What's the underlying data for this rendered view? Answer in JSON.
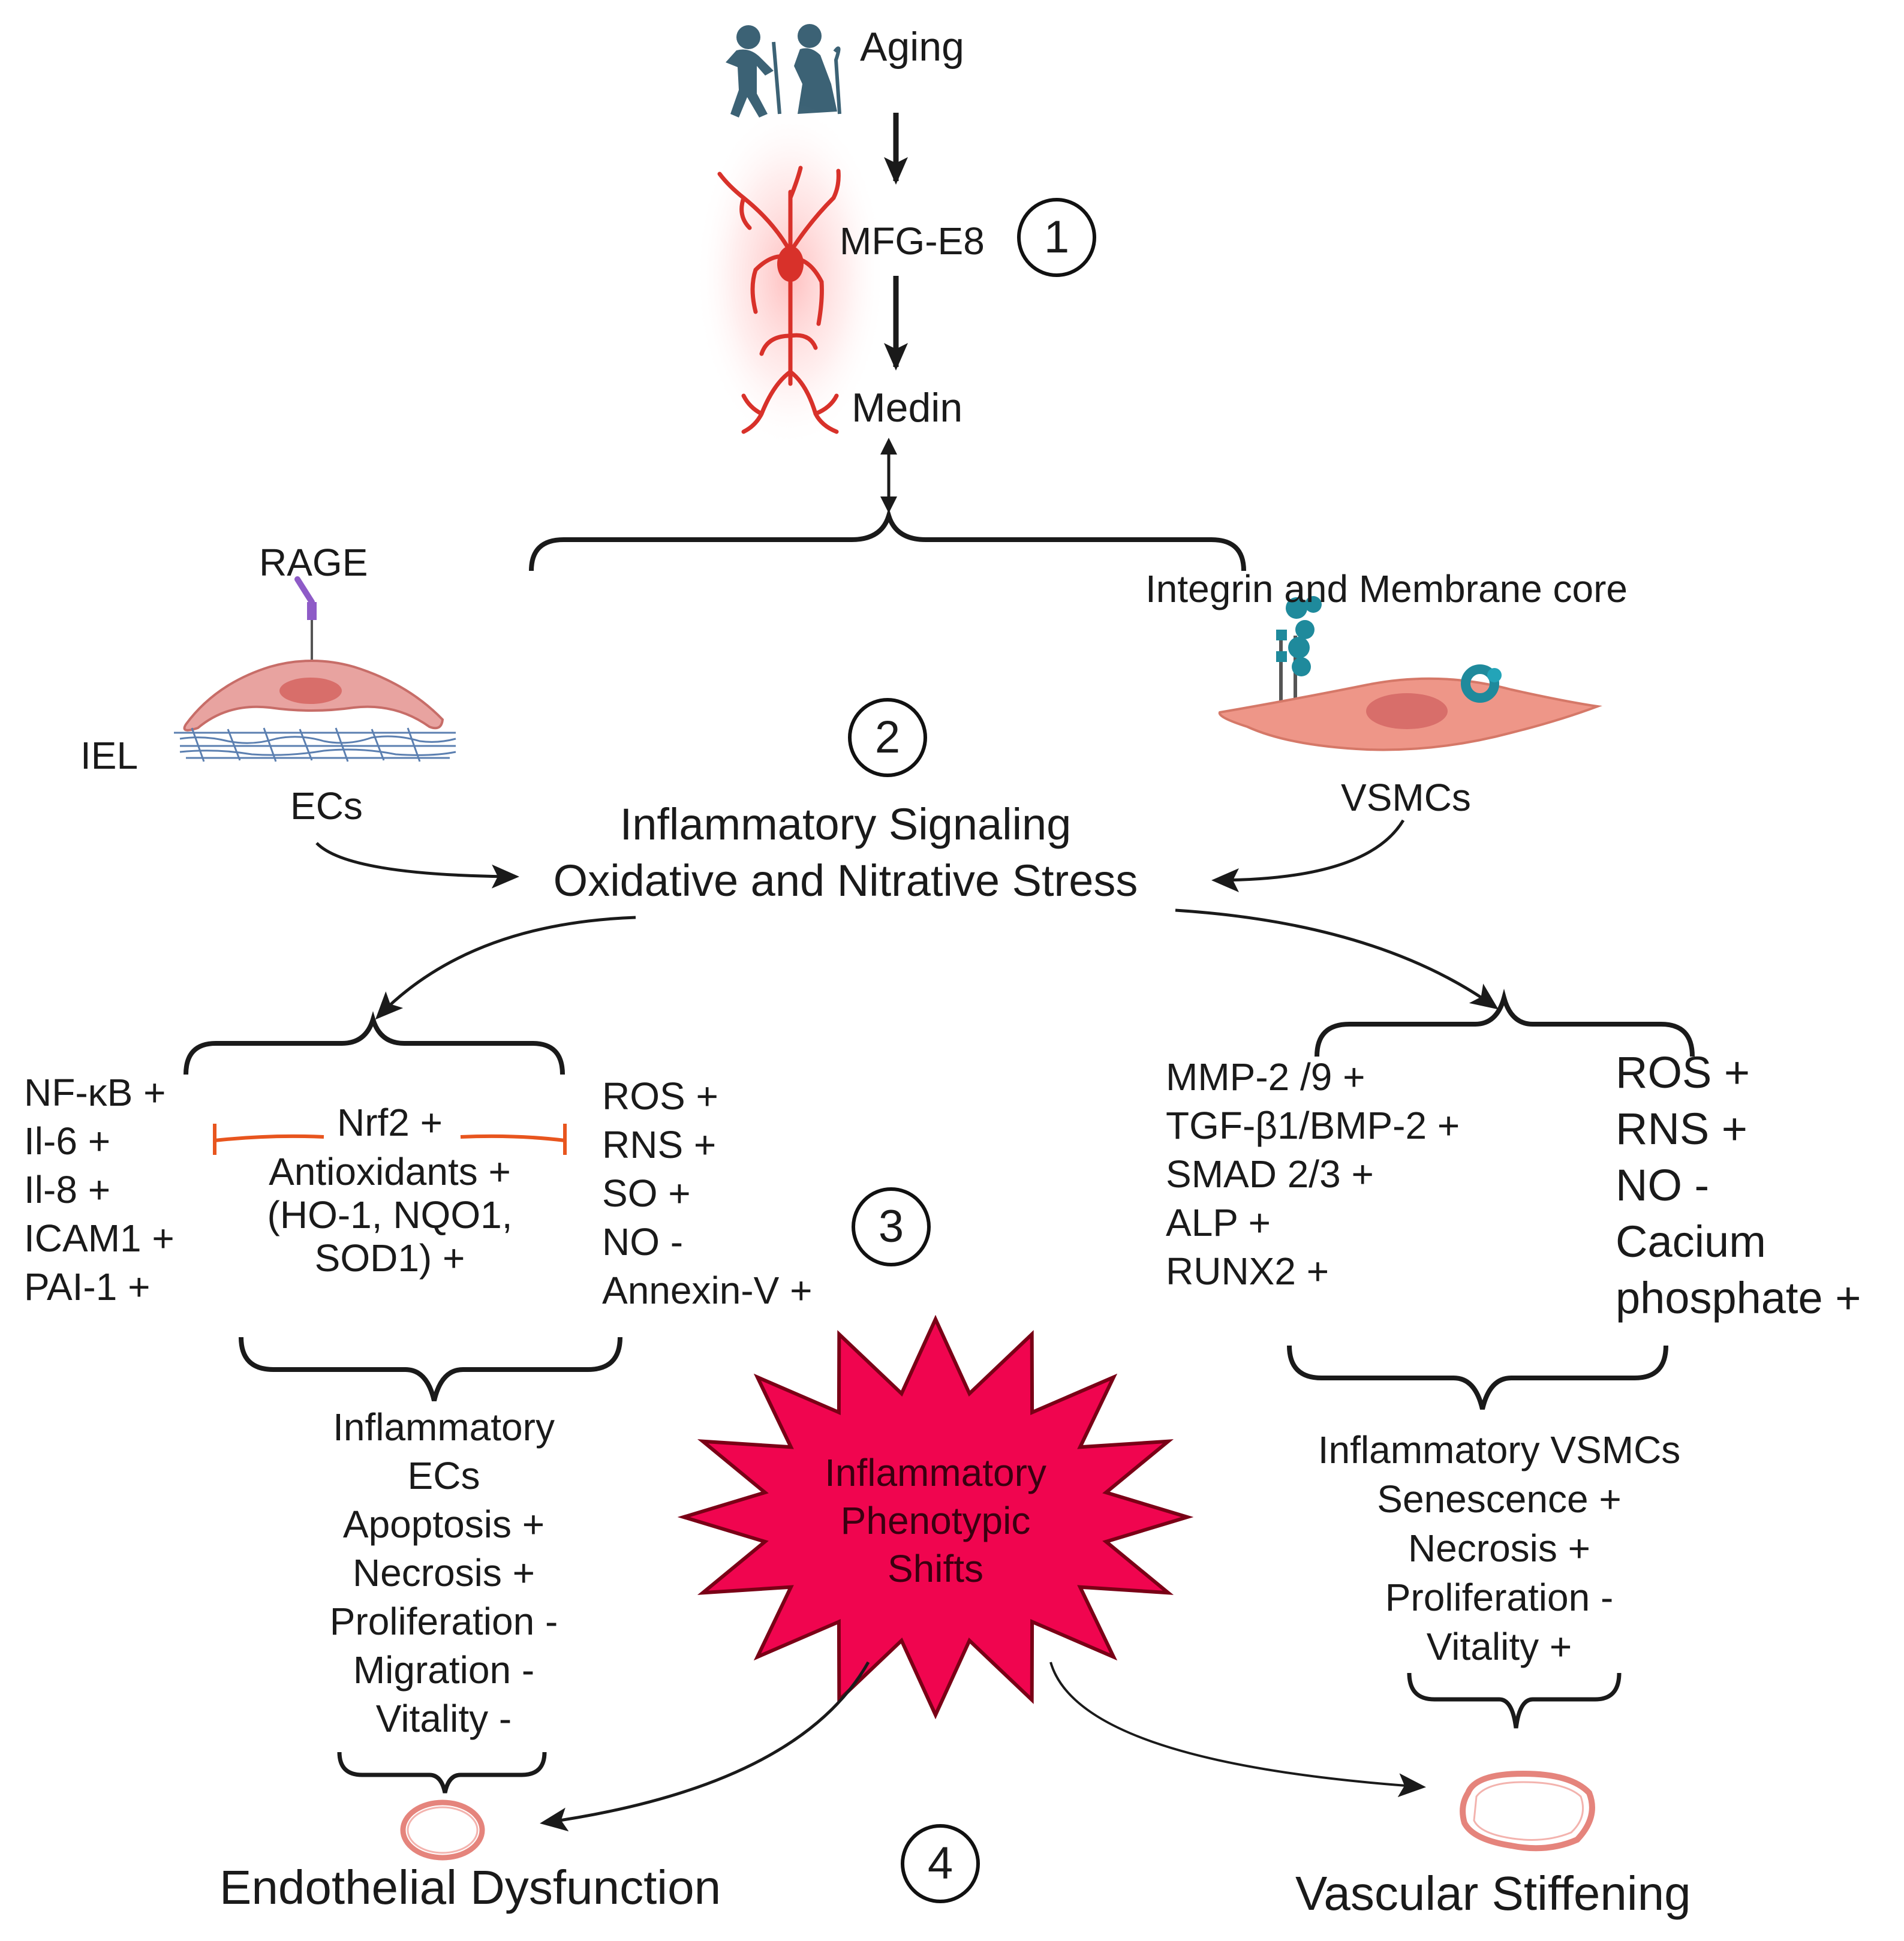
{
  "nodes": {
    "aging": "Aging",
    "mfg_e8": "MFG-E8",
    "medin": "Medin",
    "rage": "RAGE",
    "integrin": "Integrin and Membrane core",
    "iel": "IEL",
    "ecs": "ECs",
    "vsmcs": "VSMCs",
    "signaling_line1": "Inflammatory Signaling",
    "signaling_line2": "Oxidative and Nitrative Stress",
    "star_line1": "Inflammatory",
    "star_line2": "Phenotypic",
    "star_line3": "Shifts",
    "endothelial_dysfunction": "Endothelial Dysfunction",
    "vascular_stiffening": "Vascular Stiffening"
  },
  "steps": [
    "1",
    "2",
    "3",
    "4"
  ],
  "ec_markers_left": [
    "NF-κB +",
    "Il-6 +",
    "Il-8 +",
    "ICAM1 +",
    "PAI-1 +"
  ],
  "ec_nrf2": [
    "Nrf2 +",
    "Antioxidants +",
    "(HO-1, NQO1,",
    "SOD1) +"
  ],
  "ec_markers_right": [
    "ROS +",
    "RNS +",
    "SO +",
    "NO -",
    "Annexin-V +"
  ],
  "ec_outcomes": [
    "Inflammatory",
    "ECs",
    "Apoptosis +",
    "Necrosis +",
    "Proliferation -",
    "Migration -",
    "Vitality -"
  ],
  "vsmc_markers_left": [
    "MMP-2 /9 +",
    "TGF-β1/BMP-2 +",
    "SMAD 2/3 +",
    "ALP +",
    "RUNX2 +"
  ],
  "vsmc_markers_right": [
    "ROS  +",
    "RNS +",
    "NO -",
    "Cacium",
    "phosphate +"
  ],
  "vsmc_outcomes": [
    "Inflammatory VSMCs",
    "Senescence +",
    "Necrosis +",
    "Proliferation -",
    "Vitality +"
  ],
  "colors": {
    "arrow": "#1a1a1a",
    "artery_red": "#d8312a",
    "cell_pink": "#e8a3a0",
    "cell_nucleus": "#d86e6a",
    "vsmc_salmon": "#ee9688",
    "integrin_teal": "#1f8a9c",
    "aging_figure": "#3c6275",
    "star_fill": "#f0054f",
    "inhibit_orange": "#e8551e",
    "vessel_ring": "#e5847c"
  },
  "icons": [
    "aging-people-icon",
    "artery-tree-icon",
    "rage-receptor-icon",
    "endothelial-cell-icon",
    "iel-mesh-icon",
    "integrin-icon",
    "vsmc-cell-icon",
    "vessel-ring-icon"
  ]
}
